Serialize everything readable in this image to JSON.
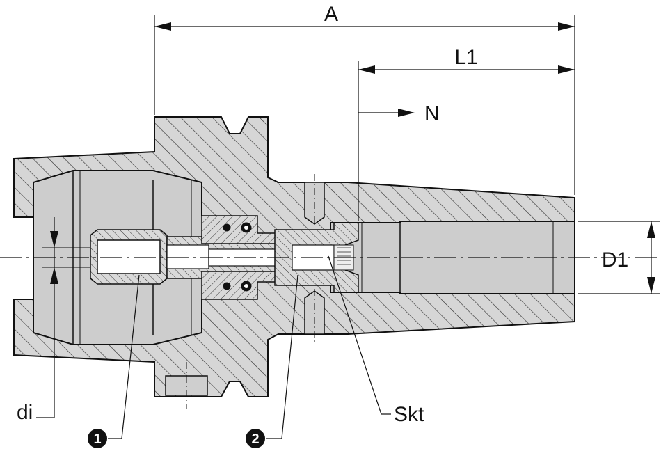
{
  "dimensions": {
    "a": "A",
    "l1": "L1",
    "n": "N",
    "d1": "D1",
    "di": "di",
    "skt": "Skt"
  },
  "callouts": {
    "one": "1",
    "two": "2"
  },
  "colors": {
    "section_fill": "#d4d4d4",
    "bore_fill": "#c9c9c9",
    "line": "#111111",
    "background": "#ffffff"
  }
}
